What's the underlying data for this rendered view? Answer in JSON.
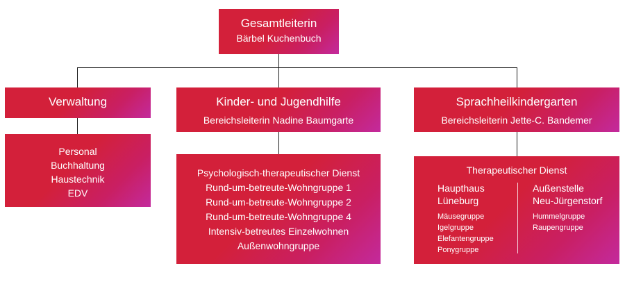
{
  "top": {
    "title": "Gesamtleiterin",
    "name": "Bärbel Kuchenbuch"
  },
  "verwaltung": {
    "title": "Verwaltung",
    "items": [
      "Personal",
      "Buchhaltung",
      "Haustechnik",
      "EDV"
    ]
  },
  "kinder": {
    "title": "Kinder- und Jugendhilfe",
    "lead": "Bereichsleiterin Nadine Baumgarte",
    "items": [
      "Psychologisch-therapeutischer Dienst",
      "Rund-um-betreute-Wohngruppe 1",
      "Rund-um-betreute-Wohngruppe 2",
      "Rund-um-betreute-Wohngruppe 4",
      "Intensiv-betreutes Einzelwohnen",
      "Außenwohngruppe"
    ]
  },
  "sprach": {
    "title": "Sprachheilkindergarten",
    "lead": "Bereichsleiterin Jette-C. Bandemer",
    "service": "Therapeutischer Dienst",
    "left": {
      "head1": "Haupthaus",
      "head2": "Lüneburg",
      "items": [
        "Mäusegruppe",
        "Igelgruppe",
        "Elefantengruppe",
        "Ponygruppe"
      ]
    },
    "right": {
      "head1": "Außenstelle",
      "head2": "Neu-Jürgenstorf",
      "items": [
        "Hummelgruppe",
        "Raupengruppe"
      ]
    }
  },
  "colors": {
    "box_start": "#d3203a",
    "box_end": "#c32a9d",
    "connector": "#1a1a1a"
  }
}
